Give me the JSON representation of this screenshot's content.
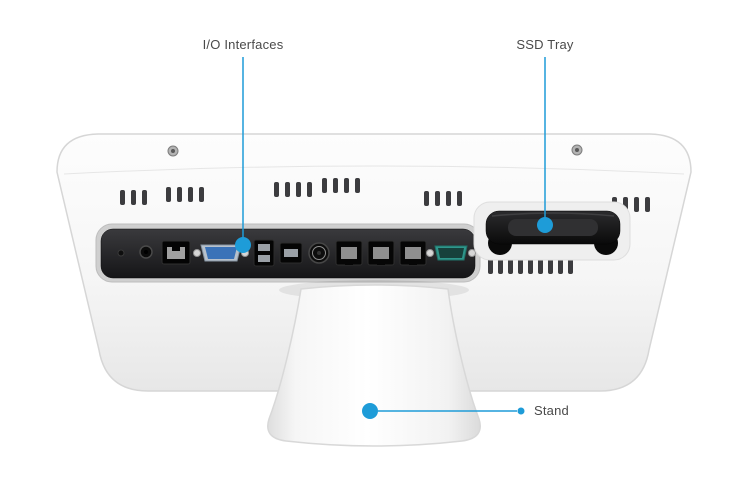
{
  "colors": {
    "accent": "#1e9cd8",
    "label_text": "#4a4a4a"
  },
  "annotations": {
    "io_interfaces": {
      "label": "I/O Interfaces"
    },
    "ssd_tray": {
      "label": "SSD Tray"
    },
    "stand": {
      "label": "Stand"
    }
  }
}
